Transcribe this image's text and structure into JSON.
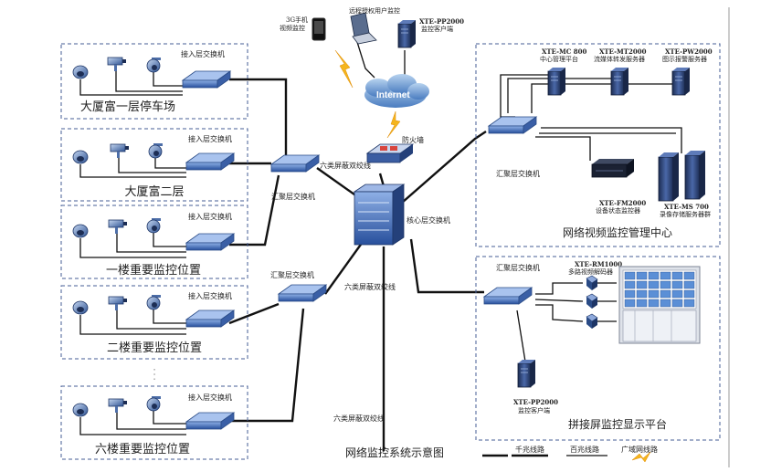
{
  "zones": [
    {
      "label": "大厦富一层停车场",
      "switch_label": "接入层交换机"
    },
    {
      "label": "大厦富二层",
      "switch_label": "接入层交换机"
    },
    {
      "label": "一楼重要监控位置",
      "switch_label": "接入层交换机"
    },
    {
      "label": "二楼重要监控位置",
      "switch_label": "接入层交换机"
    },
    {
      "label": "六楼重要监控位置",
      "switch_label": "接入层交换机"
    }
  ],
  "internet": {
    "cloud_label": "Internet",
    "phone_label": "3G手机 视频监控",
    "laptop_label": "远程授权用户监控",
    "client_label": "XTE-PP2000 监控客户端"
  },
  "firewall_label": "防火墙",
  "core_label": "核心层交换机",
  "aggregation": {
    "left_top_label": "汇聚层交换机",
    "left_bottom_label": "汇聚层交换机",
    "right_top_label": "汇聚层交换机",
    "right_bottom_label": "汇聚层交换机"
  },
  "cable_labels": {
    "c1": "六类屏蔽双绞线",
    "c2": "六类屏蔽双绞线",
    "c3": "六类屏蔽双绞线"
  },
  "mgmt_center": {
    "title": "网络视频监控管理中心",
    "servers": [
      {
        "model": "XTE-MC 800",
        "desc": "中心管理平台"
      },
      {
        "model": "XTE-MT2000",
        "desc": "流媒体转发服务器"
      },
      {
        "model": "XTE-PW2000",
        "desc": "图示报警服务器"
      }
    ],
    "fm_model": "XTE-FM2000",
    "fm_desc": "设备状态监控器",
    "ms_model": "XTE-MS 700",
    "ms_desc": "录像存储服务器群"
  },
  "display_platform": {
    "title": "拼接屏监控显示平台",
    "rm_model": "XTE-RM1000",
    "rm_desc": "多路视频解码器",
    "client_model": "XTE-PP2000",
    "client_desc": "监控客户端"
  },
  "figure_title": "网络监控系统示意图",
  "legend": {
    "gigabit": "千兆线路",
    "fast": "百兆线路",
    "wan": "广域网线路"
  },
  "ellipsis": "·  ·  ·"
}
